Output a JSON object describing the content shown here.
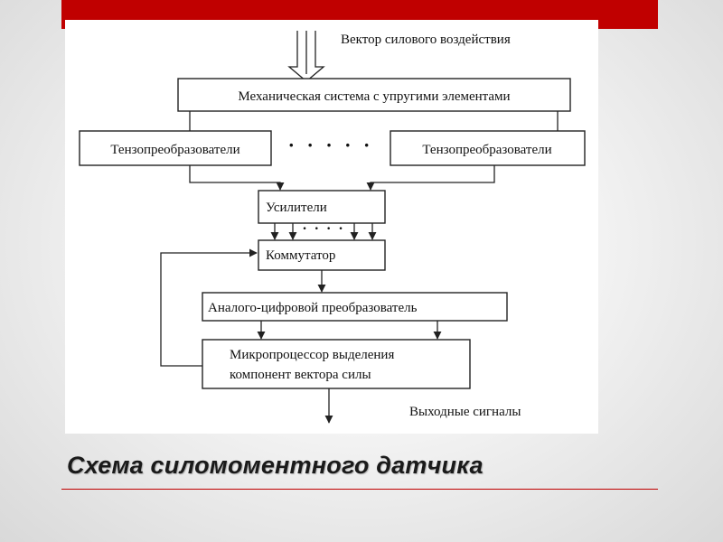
{
  "slide": {
    "title": "Схема силомоментного датчика",
    "accent_color": "#c00000"
  },
  "diagram": {
    "input_label": "Вектор силового воздействия",
    "mechanical_system": "Механическая система с упругими элементами",
    "strain_gauge_left": "Тензопреобразователи",
    "strain_gauge_right": "Тензопреобразователи",
    "gauge_ellipsis": "· · · · ·",
    "amplifiers": "Усилители",
    "amplifier_ellipsis": "· · · ·",
    "multiplexer": "Коммутатор",
    "adc": "Аналого-цифровой преобразователь",
    "microprocessor_line1": "Микропроцессор выделения",
    "microprocessor_line2": "компонент вектора силы",
    "output_label": "Выходные сигналы"
  }
}
